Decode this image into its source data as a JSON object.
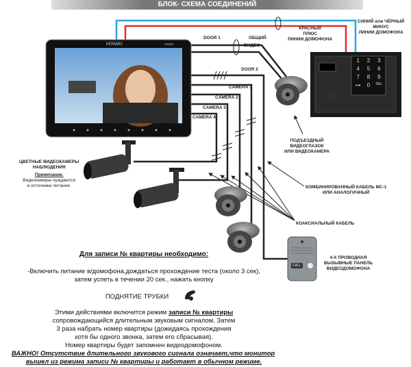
{
  "title": "БЛОК- СХЕМА СОЕДИНЕНИЙ",
  "monitor": {
    "brand": "KENWEI",
    "model": "ааавс"
  },
  "wires": {
    "door1": "DOOR 1",
    "common": "ОБЩИЙ",
    "video": "ВИДЕО",
    "door2": "DOOR 2",
    "camera1": "CAMERA 1",
    "camera2": "CAMERA 2",
    "camera3": "CAMERA 3",
    "camera4": "CAMERA 4"
  },
  "labels": {
    "red_line": [
      "КРАСНЫЙ",
      "ПЛЮС",
      "ЛИНИИ ДОМОФОНА"
    ],
    "blue_line": [
      "СИНИЙ или ЧЁРНЫЙ",
      "МИНУС",
      "ЛИНИИ ДОМОФОНА"
    ],
    "entrance_camera": [
      "ПОДЪЕЗДНЫЙ",
      "ВИДЕОГЛАЗОК",
      "ИЛИ ВИДЕОКАМЕРА"
    ],
    "combined_cable": [
      "КОМБИНИРОВАННЫЙ КАБЕЛЬ МС-1",
      "ИЛИ АНАЛОГИЧНЫЙ"
    ],
    "coax_cable": "КОАКСИАЛЬНЫЙ КАБЕЛЬ",
    "call_panel": [
      "4-Х ПРОВОДНАЯ",
      "ВЫЗЫВНЫЕ ПАНЕЛЬ",
      "ВИДЕОДОМОФОНА"
    ],
    "color_cameras": [
      "ЦВЕТНЫЕ ВИДЕОКАМЕРЫ",
      "НАБЛЮДЕНИЯ"
    ],
    "note_title": "Примечание.",
    "note": [
      "Видеокамеры нуждаются",
      "в источнике питания."
    ]
  },
  "panel": {
    "keys": [
      "1",
      "2",
      "3",
      "4",
      "5",
      "6",
      "7",
      "8",
      "9",
      "⊶",
      "0",
      "DEL"
    ],
    "call_button": "CALL"
  },
  "instructions": {
    "heading": "Для записи № квартиры необходимо:",
    "step1": [
      "-Включить питание в/домофона,дождаться прохождение теста (около 3 сек),",
      "затем успеть в течении 20 сек., нажать кнопку"
    ],
    "button": "ПОДНЯТИЕ ТРУБКИ",
    "p_before": "Этими действиями включится режим ",
    "p_bold": "записи № квартиры",
    "p_lines": [
      "сопровождающийся длительным звуковым сигналом. Затем",
      "3 раза набрать номер квартиры (дожидаясь прохождения",
      "хотя бы одного звонка, затем его сбрасывая).",
      "Номер квартиры будет запомнен видеодомофоном."
    ],
    "warning": [
      "ВАЖНО! Отсутствие длительного звукового сигнала означает,что монитор",
      "вышел из режима записи № квартиры и работает в обычном режиме."
    ]
  }
}
